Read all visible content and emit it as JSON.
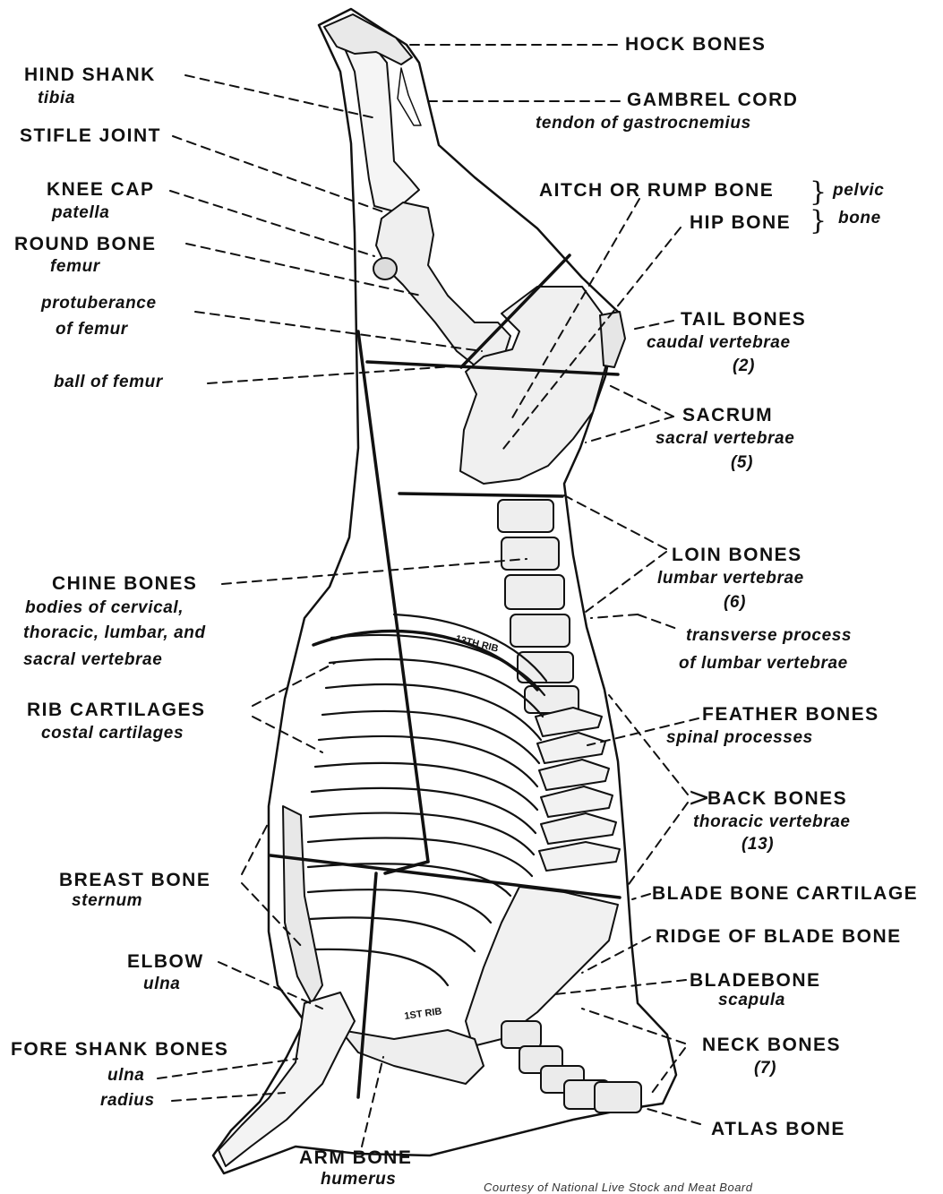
{
  "labels": {
    "hock_bones": "HOCK BONES",
    "hind_shank": "HIND SHANK",
    "hind_shank_sub": "tibia",
    "gambrel_cord": "GAMBREL CORD",
    "gambrel_cord_sub": "tendon of gastrocnemius",
    "stifle_joint": "STIFLE JOINT",
    "knee_cap": "KNEE CAP",
    "knee_cap_sub": "patella",
    "aitch_bone": "AITCH OR RUMP BONE",
    "hip_bone": "HIP BONE",
    "pelvic_note_1": "pelvic",
    "pelvic_note_2": "bone",
    "round_bone": "ROUND BONE",
    "round_bone_sub": "femur",
    "protuberance_1": "protuberance",
    "protuberance_2": "of femur",
    "tail_bones": "TAIL BONES",
    "tail_bones_sub": "caudal vertebrae",
    "tail_bones_count": "(2)",
    "ball_of_femur": "ball of femur",
    "sacrum": "SACRUM",
    "sacrum_sub": "sacral vertebrae",
    "sacrum_count": "(5)",
    "loin_bones": "LOIN BONES",
    "loin_bones_sub": "lumbar vertebrae",
    "loin_bones_count": "(6)",
    "chine_bones": "CHINE BONES",
    "chine_sub_1": "bodies of cervical,",
    "chine_sub_2": "thoracic, lumbar, and",
    "chine_sub_3": "sacral vertebrae",
    "transverse_1": "transverse process",
    "transverse_2": "of lumbar vertebrae",
    "rib_cartilages": "RIB CARTILAGES",
    "rib_cartilages_sub": "costal cartilages",
    "feather_bones": "FEATHER BONES",
    "feather_bones_sub": "spinal processes",
    "back_bones": "BACK BONES",
    "back_bones_sub": "thoracic vertebrae",
    "back_bones_count": "(13)",
    "breast_bone": "BREAST BONE",
    "breast_bone_sub": "sternum",
    "blade_bone_cartilage": "BLADE BONE CARTILAGE",
    "ridge_blade_bone": "RIDGE OF BLADE BONE",
    "elbow": "ELBOW",
    "elbow_sub": "ulna",
    "bladebone": "BLADEBONE",
    "bladebone_sub": "scapula",
    "fore_shank": "FORE SHANK BONES",
    "fore_shank_ulna": "ulna",
    "fore_shank_radius": "radius",
    "neck_bones": "NECK BONES",
    "neck_bones_count": "(7)",
    "atlas_bone": "ATLAS BONE",
    "arm_bone": "ARM BONE",
    "arm_bone_sub": "humerus",
    "rib13": "13TH RIB",
    "rib1": "1ST RIB",
    "credit": "Courtesy of National Live Stock and Meat Board"
  }
}
